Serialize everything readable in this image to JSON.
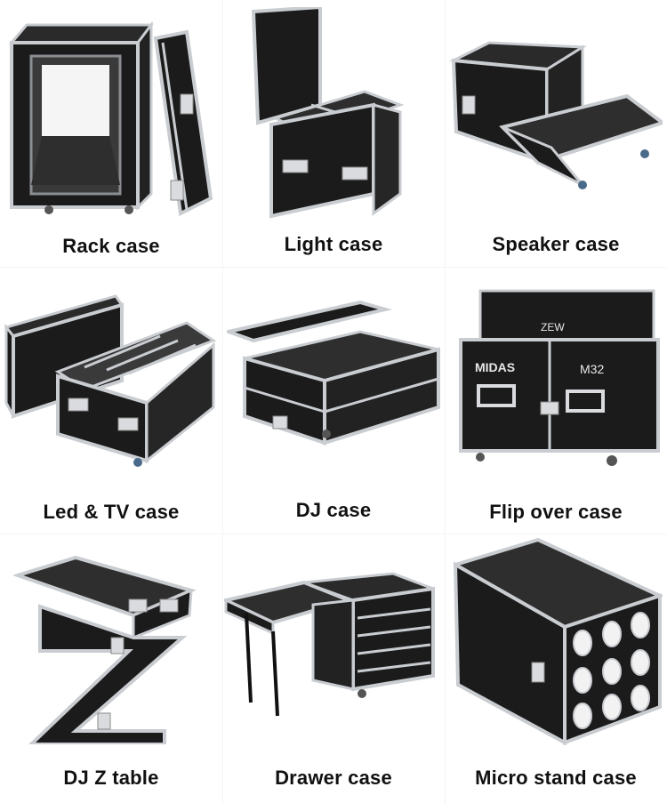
{
  "products": [
    {
      "label": "Rack case",
      "icon": "rack-case-icon"
    },
    {
      "label": "Light case",
      "icon": "light-case-icon"
    },
    {
      "label": "Speaker case",
      "icon": "speaker-case-icon"
    },
    {
      "label": "Led & TV case",
      "icon": "led-tv-case-icon"
    },
    {
      "label": "DJ case",
      "icon": "dj-case-icon"
    },
    {
      "label": "Flip over case",
      "icon": "flip-over-case-icon"
    },
    {
      "label": "DJ Z table",
      "icon": "dj-z-table-icon"
    },
    {
      "label": "Drawer case",
      "icon": "drawer-case-icon"
    },
    {
      "label": "Micro stand case",
      "icon": "micro-stand-case-icon"
    }
  ],
  "flip_case_print": {
    "brand": "MIDAS",
    "model": "M32",
    "lid_mark": "ZEW"
  },
  "colors": {
    "case_body": "#1b1b1b",
    "aluminum": "#c9ccd0",
    "background": "#ffffff"
  }
}
